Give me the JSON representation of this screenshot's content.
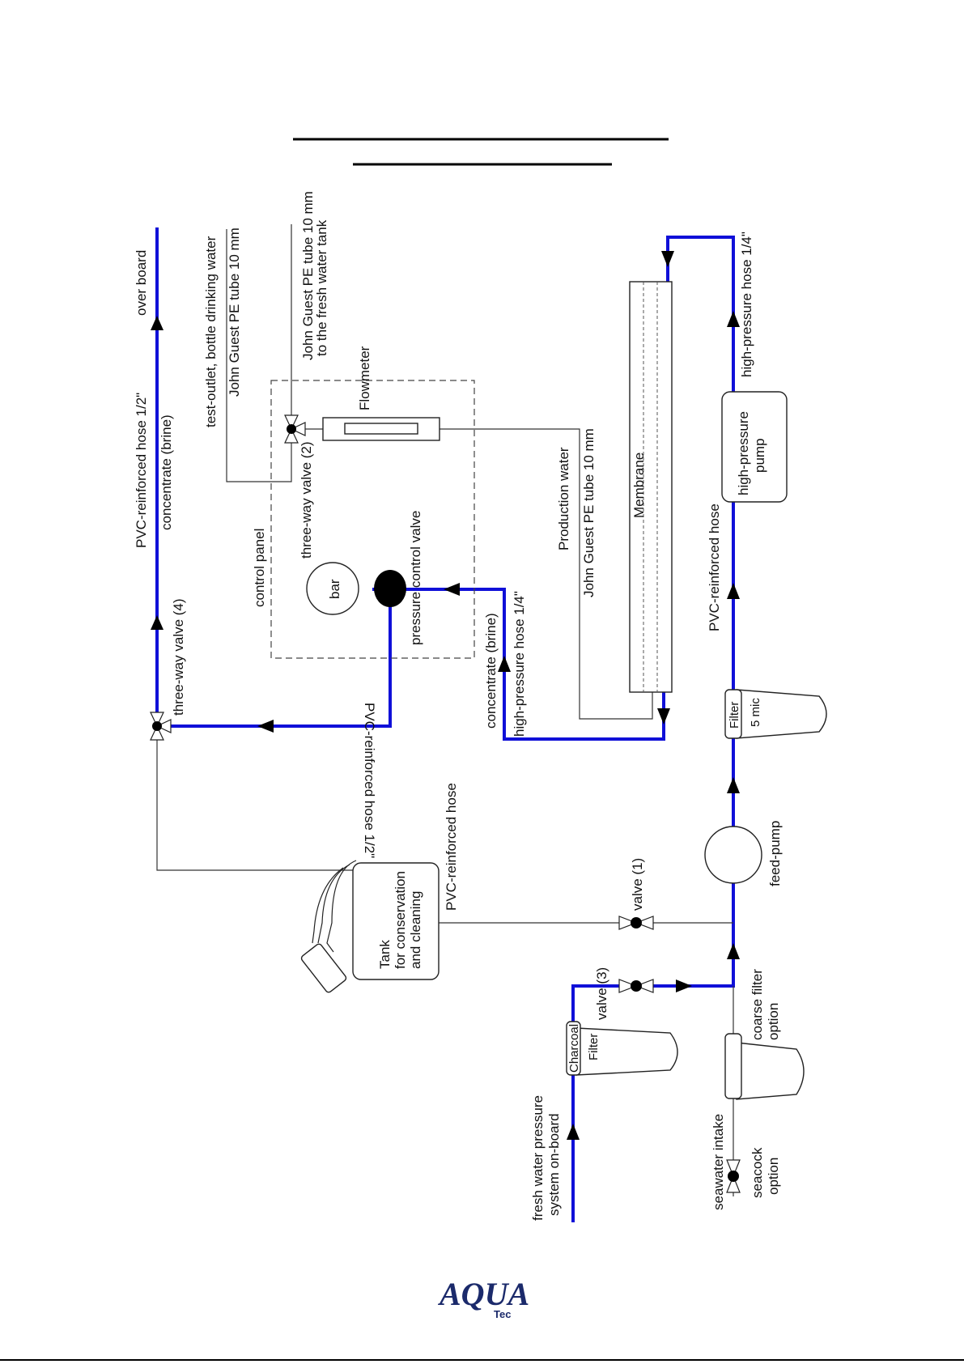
{
  "labels": {
    "over_board": "over board",
    "pvc_half_top": "PVC-reinforced hose 1/2\"",
    "concentrate_brine_top": "concentrate (brine)",
    "test_outlet": "test-outlet,  bottle drinking water",
    "jg_tube_1": "John Guest PE tube 10 mm",
    "jg_tube_2a": "John Guest PE tube 10 mm",
    "jg_tube_2b": "to the fresh water tank",
    "flowmeter": "Flowmeter",
    "three_way_2": "three-way valve (2)",
    "control_panel": "control panel",
    "bar": "bar",
    "pressure_control": "pressure control valve",
    "production_water": "Production water",
    "jg_tube_3": "John Guest PE tube 10 mm",
    "membrane": "Membrane",
    "hp_hose_top": "high-pressure hose 1/4\"",
    "hp_pump_1": "high-pressure",
    "hp_pump_2": "pump",
    "pvc_hose_right": "PVC-reinforced hose",
    "three_way_4": "three-way valve (4)",
    "pvc_half_mid": "PVC-reinforced hose 1/2\"",
    "concentrate_brine_mid": "concentrate (brine)",
    "hp_hose_mid": "high-pressure hose 1/4\"",
    "filter_5mic_1": "Filter",
    "filter_5mic_2": "5 mic",
    "pvc_hose_left": "PVC-reinforced hose",
    "feed_pump": "feed-pump",
    "tank_1": "Tank",
    "tank_2": "for conservation",
    "tank_3": "and cleaning",
    "valve_1": "valve (1)",
    "valve_3": "valve (3)",
    "charcoal_1": "Charcoal",
    "charcoal_2": "Filter",
    "coarse_1": "coarse filter",
    "coarse_2": "option",
    "fresh_1": "fresh water pressure",
    "fresh_2": "system on-board",
    "seawater_intake": "seawater intake",
    "seacock_1": "seacock",
    "seacock_2": "option"
  },
  "logo": {
    "main": "AQUA",
    "sub": "Tec"
  },
  "colors": {
    "hose": "#1010d8",
    "line": "#333333",
    "logo": "#1b2a6b"
  }
}
